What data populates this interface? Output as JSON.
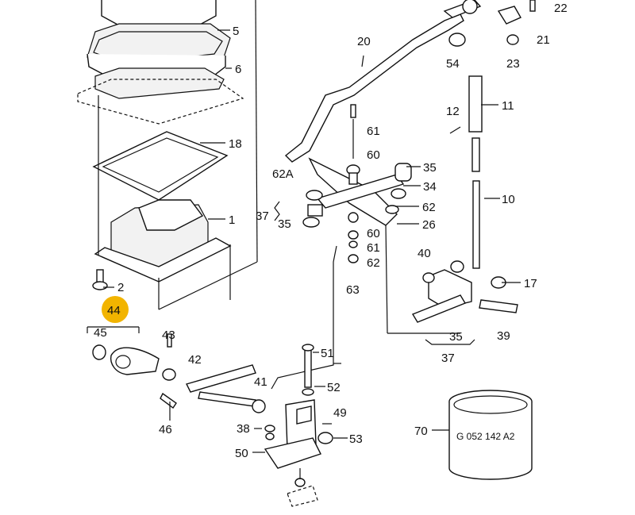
{
  "callouts": [
    {
      "id": "c22",
      "text": "22"
    },
    {
      "id": "c5",
      "text": "5"
    },
    {
      "id": "c21",
      "text": "21"
    },
    {
      "id": "c20",
      "text": "20"
    },
    {
      "id": "c54",
      "text": "54"
    },
    {
      "id": "c23",
      "text": "23"
    },
    {
      "id": "c6",
      "text": "6"
    },
    {
      "id": "c11",
      "text": "11"
    },
    {
      "id": "c12",
      "text": "12"
    },
    {
      "id": "c61a",
      "text": "61"
    },
    {
      "id": "c18",
      "text": "18"
    },
    {
      "id": "c60a",
      "text": "60"
    },
    {
      "id": "c35a",
      "text": "35"
    },
    {
      "id": "c62A",
      "text": "62A"
    },
    {
      "id": "c34",
      "text": "34"
    },
    {
      "id": "c10",
      "text": "10"
    },
    {
      "id": "c37a",
      "text": "37"
    },
    {
      "id": "c1",
      "text": "1"
    },
    {
      "id": "c62a",
      "text": "62"
    },
    {
      "id": "c35b",
      "text": "35"
    },
    {
      "id": "c26",
      "text": "26"
    },
    {
      "id": "c60b",
      "text": "60"
    },
    {
      "id": "c61b",
      "text": "61"
    },
    {
      "id": "c40",
      "text": "40"
    },
    {
      "id": "c62b",
      "text": "62"
    },
    {
      "id": "c2",
      "text": "2"
    },
    {
      "id": "c17",
      "text": "17"
    },
    {
      "id": "c63",
      "text": "63"
    },
    {
      "id": "c44",
      "text": "44"
    },
    {
      "id": "c45",
      "text": "45"
    },
    {
      "id": "c39",
      "text": "39"
    },
    {
      "id": "c43",
      "text": "43"
    },
    {
      "id": "c35c",
      "text": "35"
    },
    {
      "id": "c42",
      "text": "42"
    },
    {
      "id": "c51",
      "text": "51"
    },
    {
      "id": "c37b",
      "text": "37"
    },
    {
      "id": "c41",
      "text": "41"
    },
    {
      "id": "c52",
      "text": "52"
    },
    {
      "id": "c49",
      "text": "49"
    },
    {
      "id": "c46",
      "text": "46"
    },
    {
      "id": "c38",
      "text": "38"
    },
    {
      "id": "c70",
      "text": "70"
    },
    {
      "id": "c53",
      "text": "53"
    },
    {
      "id": "c50",
      "text": "50"
    }
  ],
  "part_stamp": "G 052 142 A2",
  "highlight": {
    "callout": "44",
    "color": "#f2b400"
  }
}
